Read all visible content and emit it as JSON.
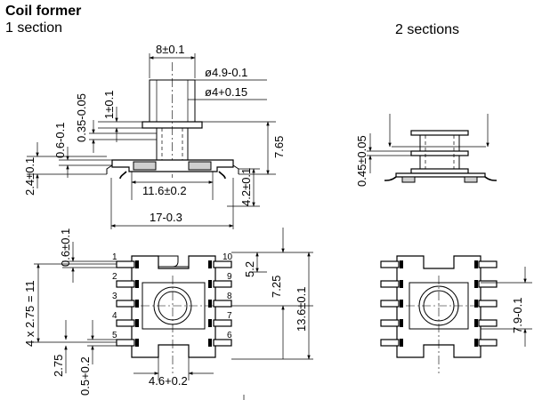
{
  "header": {
    "title": "Coil former",
    "subtitle_left": "1 section",
    "subtitle_right": "2 sections"
  },
  "dimensions": {
    "top_width": "8±0.1",
    "outer_diameter": "ø4.9-0.1",
    "inner_diameter": "ø4+0.15",
    "flange_offset": "1±0.1",
    "flange_thickness": "0.35-0.05",
    "base_step": "0.6-0.1",
    "base_height": "2.4±0.1",
    "winding_width": "11.6±0.2",
    "overall_width": "17-0.3",
    "total_height": "7.65",
    "pin_length": "4.2±0.1",
    "two_section_flange": "0.45±0.05",
    "pin_row_offset": "0.6±0.1",
    "pin_pitch_total": "4 x 2.75 = 11",
    "pin_pitch": "2.75",
    "pin_width": "0.5+0.2",
    "core_width": "4.6+0.2",
    "half_height": "5.2",
    "pin_span": "7.25",
    "body_height": "13.6±0.1",
    "two_section_width": "7.9-0.1"
  },
  "pins": {
    "left": [
      "1",
      "2",
      "3",
      "4",
      "5"
    ],
    "right": [
      "10",
      "9",
      "8",
      "7",
      "6"
    ]
  }
}
